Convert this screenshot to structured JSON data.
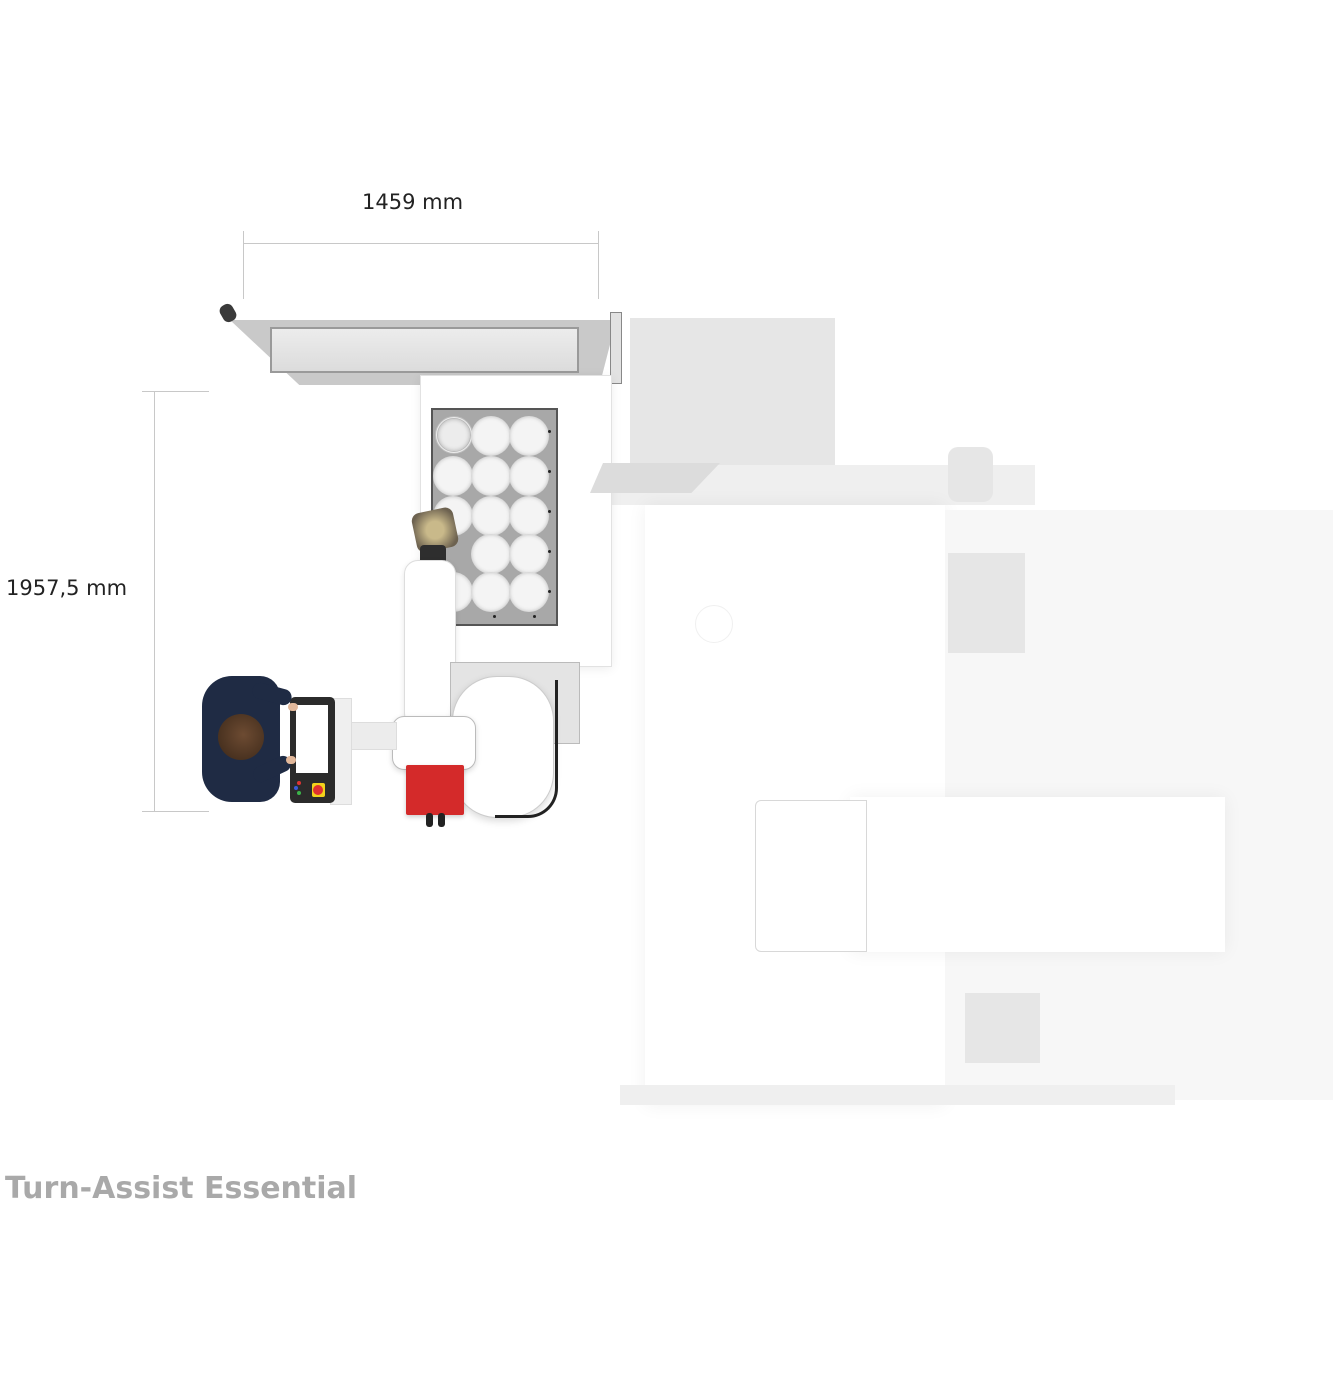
{
  "dimensions": {
    "width": {
      "label": "1459 mm",
      "value": 1459,
      "unit": "mm"
    },
    "depth": {
      "label": "1957,5 mm",
      "value": 1957.5,
      "unit": "mm"
    }
  },
  "caption": {
    "product_name": "Turn-Assist Essential"
  },
  "components": {
    "parts_tray": {
      "rows": 5,
      "columns": 3,
      "workpieces": 14
    },
    "robot": {
      "gripper_color": "#d42a2a"
    },
    "operator_panel": {
      "estop_color": "#e03030",
      "estop_ring": "#f2d21b"
    }
  },
  "colors": {
    "background": "#ffffff",
    "dimension_text": "#222222",
    "dimension_line": "#c8c8c8",
    "caption_text": "#a9a9a9",
    "machine_ghost": "#efefef",
    "accent_red": "#d42a2a"
  }
}
